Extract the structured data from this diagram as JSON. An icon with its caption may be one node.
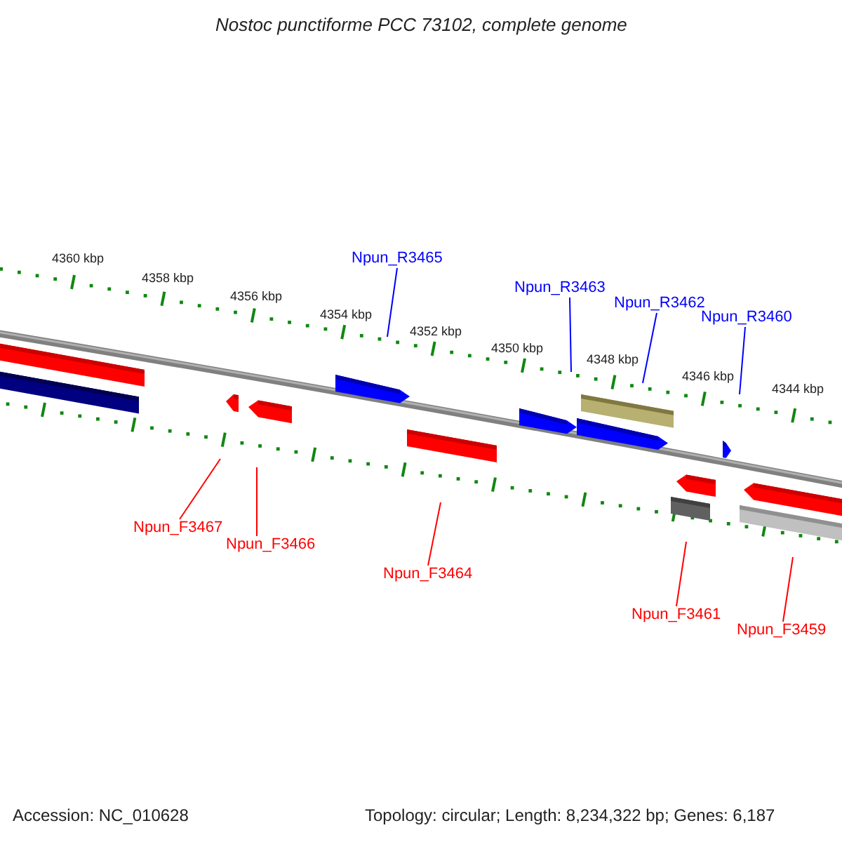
{
  "diagram": {
    "title": "Nostoc punctiforme PCC 73102, complete genome",
    "nodes": [
      {
        "text": [
          "Npun_R3465"
        ]
      },
      {
        "text": [
          "Npun_R3463"
        ]
      },
      {
        "text": [
          "Npun_R3462"
        ]
      },
      {
        "text": [
          "Npun_R3460"
        ]
      },
      {
        "text": [
          "Npun_F3467"
        ]
      },
      {
        "text": [
          "Npun_F3466"
        ]
      },
      {
        "text": [
          "Npun_F3464"
        ]
      },
      {
        "text": [
          "Npun_F3461"
        ]
      },
      {
        "text": [
          "Npun_F3459"
        ]
      }
    ],
    "edges": [
      {
        "from": 0,
        "to": null,
        "arrow": "none",
        "color": "#0000ff"
      },
      {
        "from": 1,
        "to": null,
        "arrow": "none",
        "color": "#0000ff"
      },
      {
        "from": 2,
        "to": null,
        "arrow": "none",
        "color": "#0000ff"
      },
      {
        "from": 3,
        "to": null,
        "arrow": "none",
        "color": "#0000ff"
      },
      {
        "from": 4,
        "to": null,
        "arrow": "none"
      },
      {
        "from": 5,
        "to": null,
        "arrow": "none"
      },
      {
        "from": 6,
        "to": null,
        "arrow": "none"
      },
      {
        "from": 7,
        "to": null,
        "arrow": "none"
      },
      {
        "from": 8,
        "to": null,
        "arrow": "none"
      }
    ],
    "labels": [
      "4360 kbp",
      "4358 kbp",
      "4356 kbp",
      "4354 kbp",
      "4352 kbp",
      "4350 kbp",
      "4348 kbp",
      "4346 kbp",
      "4344 kbp",
      "Accession: NC_010628",
      "Topology: circular; Length: 8,234,322 bp; Genes: 6,187"
    ]
  }
}
